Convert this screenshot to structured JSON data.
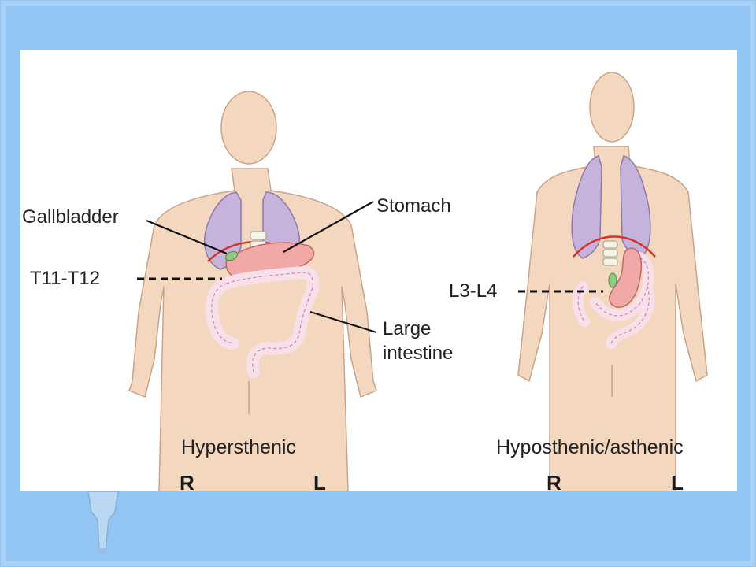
{
  "colors": {
    "background": "#93c5f3",
    "panel": "#ffffff",
    "skin": "#f4d7bf",
    "skin_outline": "#c9a489",
    "lung": "#c6b3dc",
    "diaphragm": "#d6322a",
    "stomach": "#f1a8a6",
    "intestine": "#f7e0ea",
    "gallbladder": "#8fca7f",
    "leader_line": "#111111"
  },
  "figures": [
    {
      "caption": "Hypersthenic",
      "right_marker": "R",
      "left_marker": "L",
      "labels": {
        "gallbladder": "Gallbladder",
        "stomach": "Stomach",
        "vertebral_level": "T11-T12",
        "large_intestine_line1": "Large",
        "large_intestine_line2": "intestine"
      }
    },
    {
      "caption": "Hyposthenic/asthenic",
      "right_marker": "R",
      "left_marker": "L",
      "labels": {
        "vertebral_level": "L3-L4"
      }
    }
  ]
}
